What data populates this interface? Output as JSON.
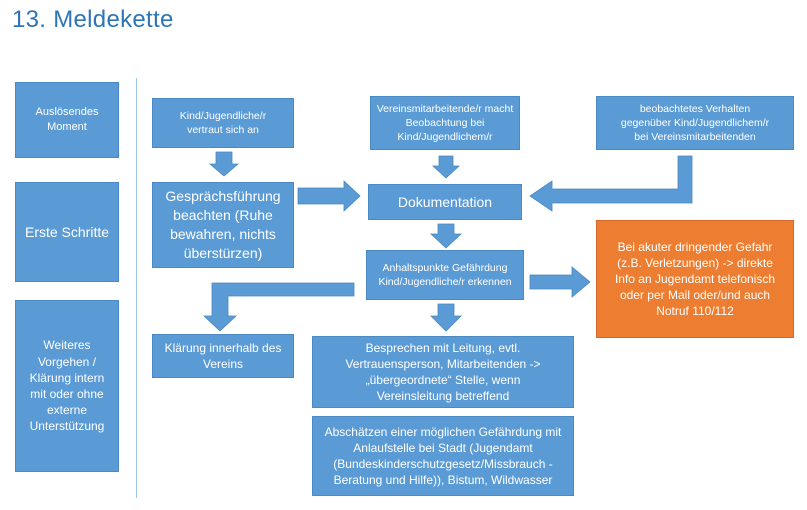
{
  "title": "13. Meldekette",
  "rows": {
    "trigger": "Auslösendes Moment",
    "first_steps": "Erste Schritte",
    "further": "Weiteres Vorgehen / Klärung intern mit oder ohne externe Unterstützung"
  },
  "boxes": {
    "child_confides": "Kind/Jugendliche/r vertraut sich an",
    "member_observes": "Vereinsmitarbeitende/r macht Beobachtung bei Kind/Jugendlichem/r",
    "observed_behavior": "beobachtetes Verhalten gegenüber Kind/Jugendlichem/r  bei Vereinsmitarbeitenden",
    "conversation": "Gesprächsführung beachten (Ruhe bewahren, nichts überstürzen)",
    "documentation": "Dokumentation",
    "indicators": "Anhaltspunkte Gefährdung Kind/Jugendliche/r erkennen",
    "acute_danger": "Bei akuter dringender Gefahr (z.B. Verletzungen) -> direkte Info an Jugendamt telefonisch oder per Mail oder/und auch Notruf  110/112",
    "clarify_internal": "Klärung innerhalb des Vereins",
    "discuss_leadership": "Besprechen mit Leitung, evtl. Vertrauensperson, Mitarbeitenden -> „übergeordnete“ Stelle, wenn Vereinsleitung betreffend",
    "assess_danger": "Abschätzen einer möglichen Gefährdung mit Anlaufstelle bei Stadt (Jugendamt (Bundeskinderschutzgesetz/Missbrauch  - Beratung und Hilfe)), Bistum, Wildwasser"
  },
  "colors": {
    "box": "#5b9bd5",
    "accent": "#ed7d31",
    "title": "#2e75b6"
  }
}
